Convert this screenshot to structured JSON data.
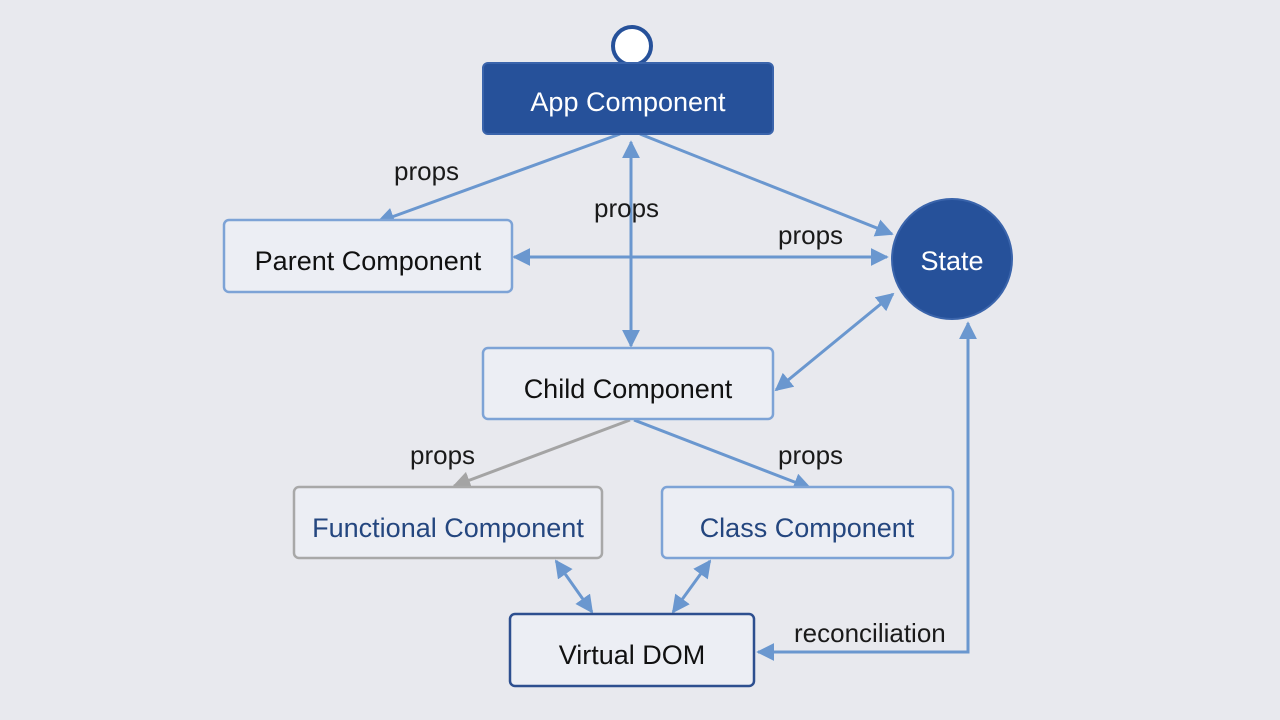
{
  "colors": {
    "background": "#e8e9ee",
    "edge": "#6a97cf",
    "edge_gray": "#a4a4a4",
    "dark_fill": "#26519a",
    "dark_stroke": "#3a64ab",
    "box_stroke": "#7da3d6",
    "gray_stroke": "#a8a8a8",
    "navy_stroke": "#2d4f8f",
    "text_dark": "#111111",
    "text_blue": "#24467f",
    "text_white": "#ffffff"
  },
  "nodes": {
    "app": "App Component",
    "parent": "Parent Component",
    "state": "State",
    "child": "Child Component",
    "functional": "Functional Component",
    "class": "Class Component",
    "vdom": "Virtual DOM"
  },
  "edge_labels": {
    "app_parent": "props",
    "app_child": "props",
    "parent_state": "props",
    "child_functional": "props",
    "child_class": "props",
    "vdom_state": "reconciliation"
  }
}
